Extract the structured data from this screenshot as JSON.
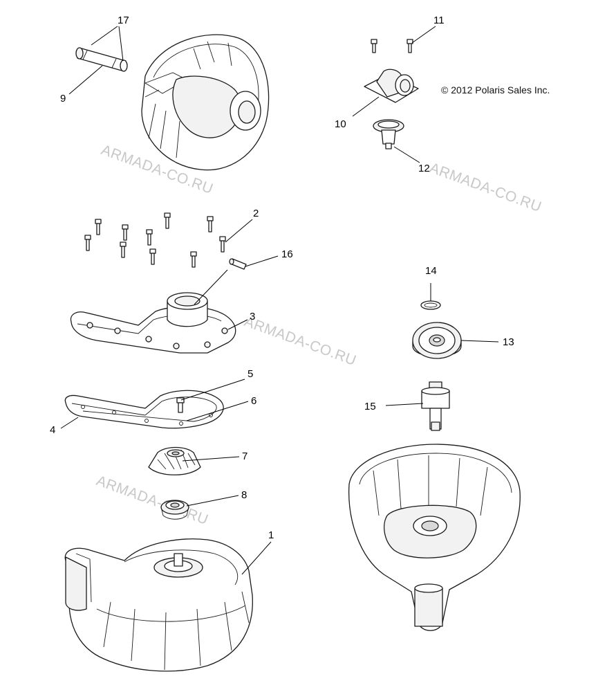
{
  "copyright": "© 2012 Polaris Sales Inc.",
  "watermark": "ARMADA-CO.RU",
  "callouts": [
    "17",
    "9",
    "11",
    "10",
    "12",
    "2",
    "16",
    "3",
    "14",
    "13",
    "5",
    "6",
    "4",
    "15",
    "7",
    "8",
    "1"
  ]
}
